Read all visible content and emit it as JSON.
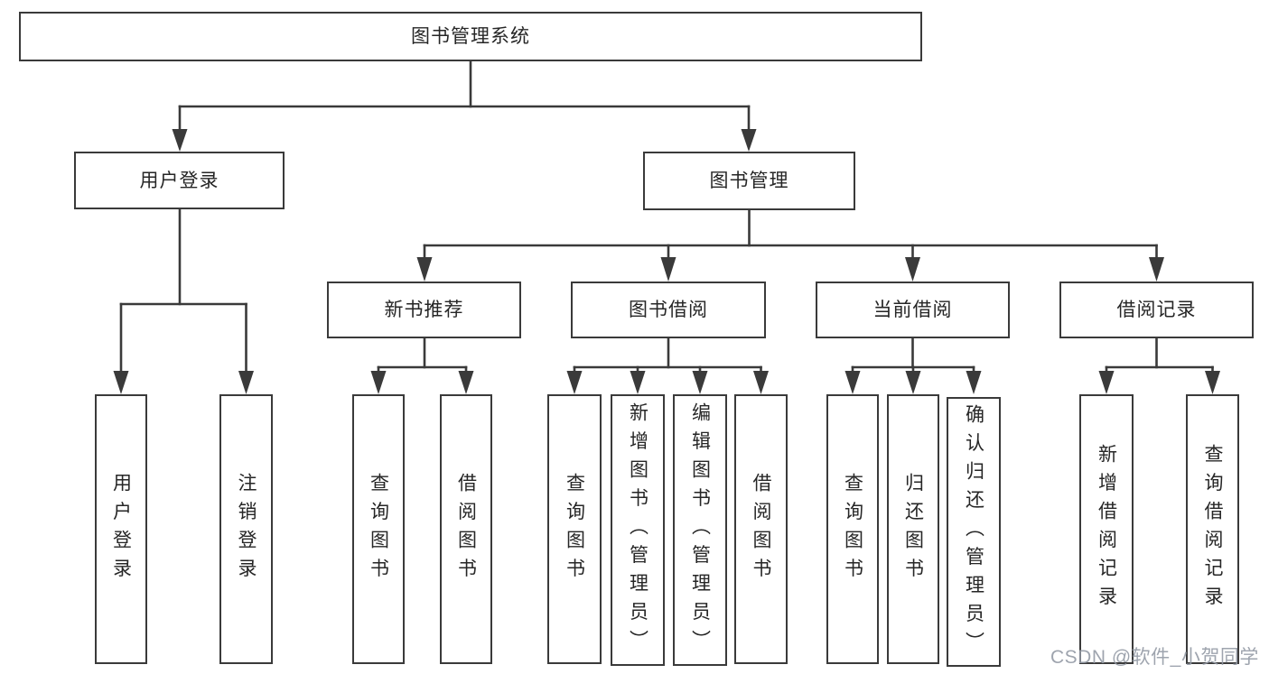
{
  "diagram": {
    "title_node": {
      "label": "图书管理系统"
    },
    "login": {
      "label": "用户登录",
      "children": [
        "用户登录",
        "注销登录"
      ]
    },
    "management": {
      "label": "图书管理",
      "groups": [
        {
          "label": "新书推荐",
          "children": [
            "查询图书",
            "借阅图书"
          ]
        },
        {
          "label": "图书借阅",
          "children": [
            "查询图书",
            "新增图书（管理员）",
            "编辑图书（管理员）",
            "借阅图书"
          ]
        },
        {
          "label": "当前借阅",
          "children": [
            "查询图书",
            "归还图书",
            "确认归还（管理员）"
          ]
        },
        {
          "label": "借阅记录",
          "children": [
            "新增借阅记录",
            "查询借阅记录"
          ]
        }
      ]
    },
    "colors": {
      "line": "#3a3a3a",
      "text": "#262626",
      "background": "#ffffff",
      "watermark": "#949aa5"
    }
  },
  "watermark": "CSDN @软件_小贺同学"
}
